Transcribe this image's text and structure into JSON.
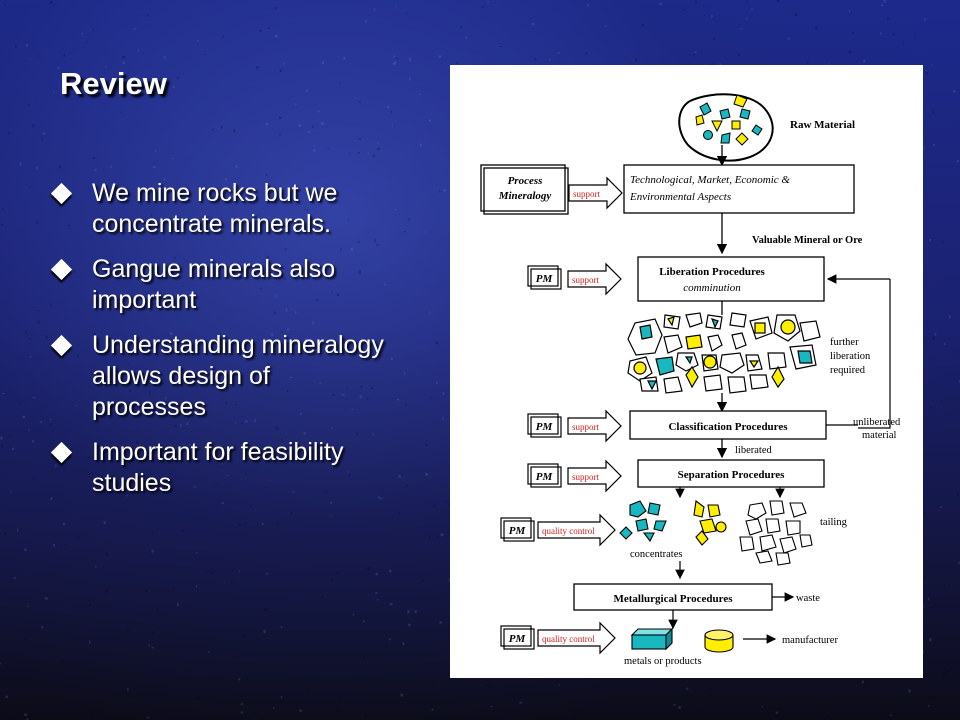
{
  "slide": {
    "title": "Review",
    "bullets": [
      "We mine rocks but we concentrate minerals.",
      "Gangue minerals also important",
      "Understanding mineralogy allows design of processes",
      "Important for feasibility studies"
    ],
    "bullet_icon": "diamond-bullet-icon"
  },
  "diagram": {
    "raw_material": "Raw Material",
    "pm_box_1_line1": "Process",
    "pm_box_1_line2": "Mineralogy",
    "pm": "PM",
    "support": "support",
    "quality_control": "quality control",
    "tech_line1": "Technological,  Market,  Economic  &",
    "tech_line2": "Environmental Aspects",
    "valuable": "Valuable Mineral or Ore",
    "liberation_title": "Liberation Procedures",
    "liberation_sub": "comminution",
    "further_1": "further",
    "further_2": "liberation",
    "further_3": "required",
    "classification": "Classification Procedures",
    "unliberated_1": "unliberated",
    "unliberated_2": "material",
    "liberated": "liberated",
    "separation": "Separation Procedures",
    "tailing": "tailing",
    "concentrates": "concentrates",
    "metallurgical": "Metallurgical Procedures",
    "waste": "waste",
    "manufacturer": "manufacturer",
    "metals": "metals or products"
  },
  "colors": {
    "mineral_cyan": "#19b8c0",
    "mineral_yellow": "#ffee00",
    "arrow_red": "#d42020"
  }
}
